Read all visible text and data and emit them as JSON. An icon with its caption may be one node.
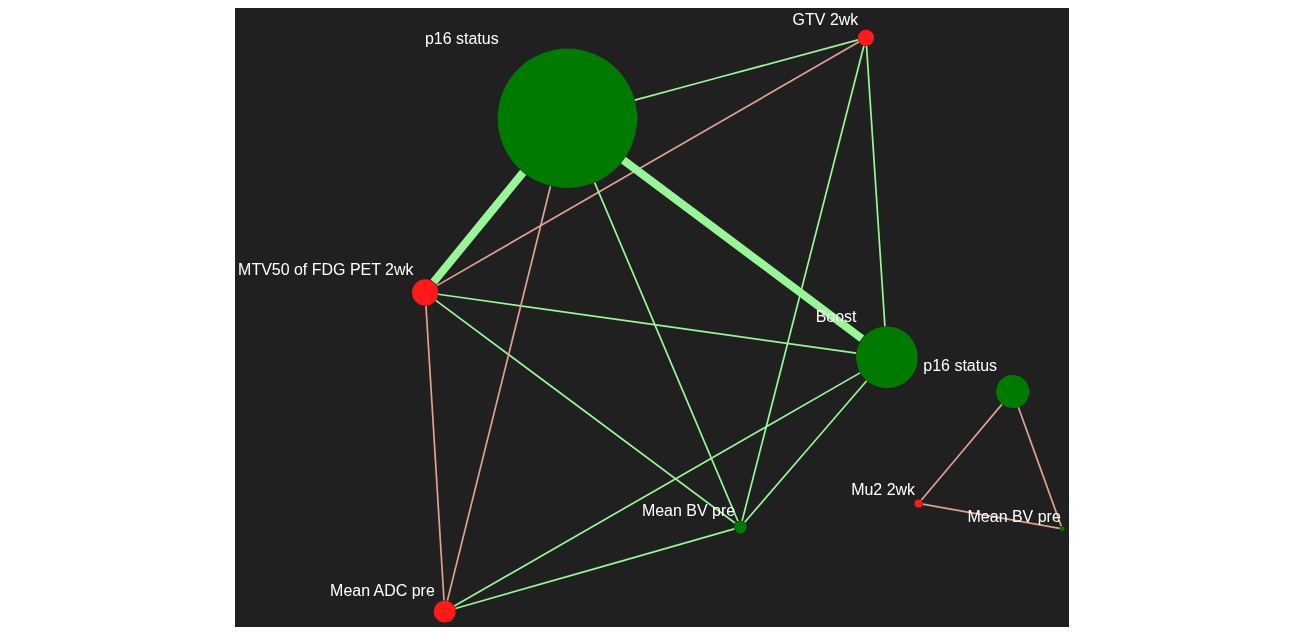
{
  "diagram": {
    "nodes": [
      {
        "text": [],
        "shape": "circle",
        "beside": [
          "GTV 2wk"
        ]
      },
      {
        "text": [],
        "shape": "circle",
        "beside": [
          "Mean BV pre"
        ]
      },
      {
        "text": [],
        "shape": "circle",
        "beside": [
          "Boost"
        ]
      },
      {
        "text": [],
        "shape": "circle",
        "beside": [
          "MTV50 of FDG PET 2wk"
        ]
      },
      {
        "text": [],
        "shape": "circle",
        "beside": [
          "p16 status"
        ]
      },
      {
        "text": [],
        "shape": "circle",
        "beside": [
          "Mean ADC pre"
        ]
      },
      {
        "text": [],
        "shape": "circle",
        "beside": [
          "p16 status"
        ]
      },
      {
        "text": [],
        "shape": "circle",
        "beside": [
          "Mu2 2wk"
        ]
      },
      {
        "text": [],
        "shape": "circle",
        "beside": [
          "Mean BV pre"
        ]
      }
    ],
    "edges": [
      {
        "from": 0,
        "to": 1,
        "arrow": "none"
      },
      {
        "from": 0,
        "to": 2,
        "arrow": "none"
      },
      {
        "from": 0,
        "to": 4,
        "arrow": "none"
      },
      {
        "from": 0,
        "to": 3,
        "arrow": "none",
        "color": "#e0a090"
      },
      {
        "from": 1,
        "to": 2,
        "arrow": "none"
      },
      {
        "from": 1,
        "to": 3,
        "arrow": "none"
      },
      {
        "from": 1,
        "to": 4,
        "arrow": "none"
      },
      {
        "from": 1,
        "to": 5,
        "arrow": "none"
      },
      {
        "from": 2,
        "to": 3,
        "arrow": "none"
      },
      {
        "from": 2,
        "to": 4,
        "arrow": "none",
        "style": "thick"
      },
      {
        "from": 2,
        "to": 5,
        "arrow": "none"
      },
      {
        "from": 3,
        "to": 4,
        "arrow": "none",
        "style": "thick"
      },
      {
        "from": 3,
        "to": 5,
        "arrow": "none",
        "color": "#e0a090"
      },
      {
        "from": 4,
        "to": 5,
        "arrow": "none",
        "color": "#e0a090"
      },
      {
        "from": 6,
        "to": 7,
        "arrow": "none",
        "color": "#e0a090"
      },
      {
        "from": 6,
        "to": 8,
        "arrow": "none",
        "color": "#e0a090"
      },
      {
        "from": 7,
        "to": 8,
        "arrow": "none",
        "color": "#e0a090"
      }
    ]
  }
}
